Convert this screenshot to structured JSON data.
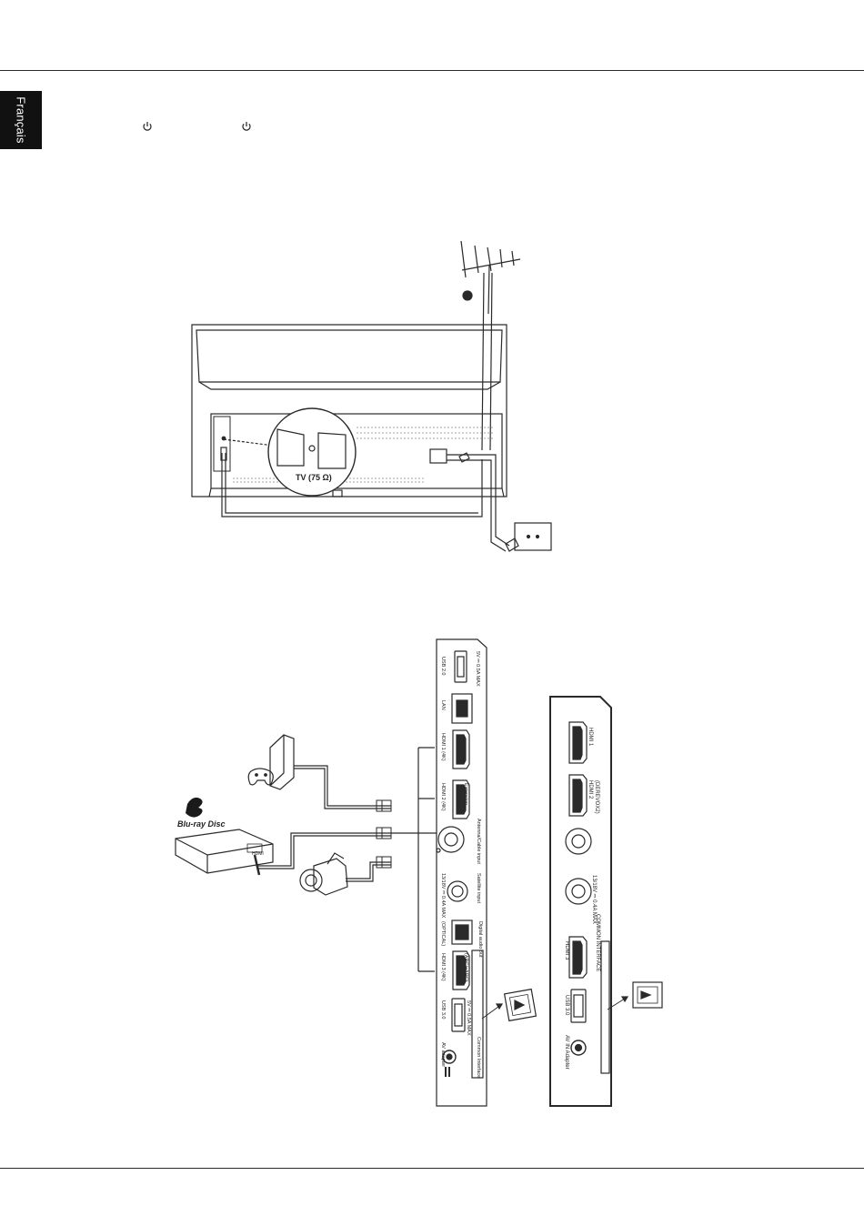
{
  "sidebar": {
    "language_tab": "Français"
  },
  "icons": {
    "power": "power-icon"
  },
  "antenna_figure": {
    "connector_label": "TV (75 Ω)"
  },
  "panel_a": {
    "usb_top_rating": "5V ⎓ 0.5A MAX",
    "usb_top": "USB 2.0",
    "lan": "LAN",
    "hdmi1": "HDMI 1 (4K)",
    "hdmi2": "HDMI 2 (4K)",
    "hdmi2_sub": "Extension",
    "antenna_input": "Antenna/Cable input",
    "satellite_input": "Satellite input",
    "satellite_rating": "13/18V ⎓ 0.4A MAX",
    "digital_audio_out": "Digital audio out",
    "optical": "(OPTICAL)",
    "hdmi3": "HDMI 3 (4K)",
    "hdmi3_sub": "(ARC/eARC)",
    "usb_bottom_rating": "5V ⎓ 0.5A MAX",
    "usb_bottom": "USB 3.0",
    "common_interface": "Common Interface",
    "av_adapter": "AV adapter"
  },
  "panel_b": {
    "hdmi1": "HDMI 1",
    "hdmi2": "HDMI 2",
    "hdmi2_sub": "(DEREVOX2)",
    "satellite_rating": "13/18V ⎓ 0.4A MAX",
    "common_interface": "COMMON INTERFACE",
    "hdmi3": "HDMI 3",
    "usb": "USB 3.0",
    "av_adapter": "AV IN Adapter"
  },
  "devices": {
    "bluray_logo": "Blu-ray Disc",
    "bluray_hdmi_label": "HDMI"
  }
}
